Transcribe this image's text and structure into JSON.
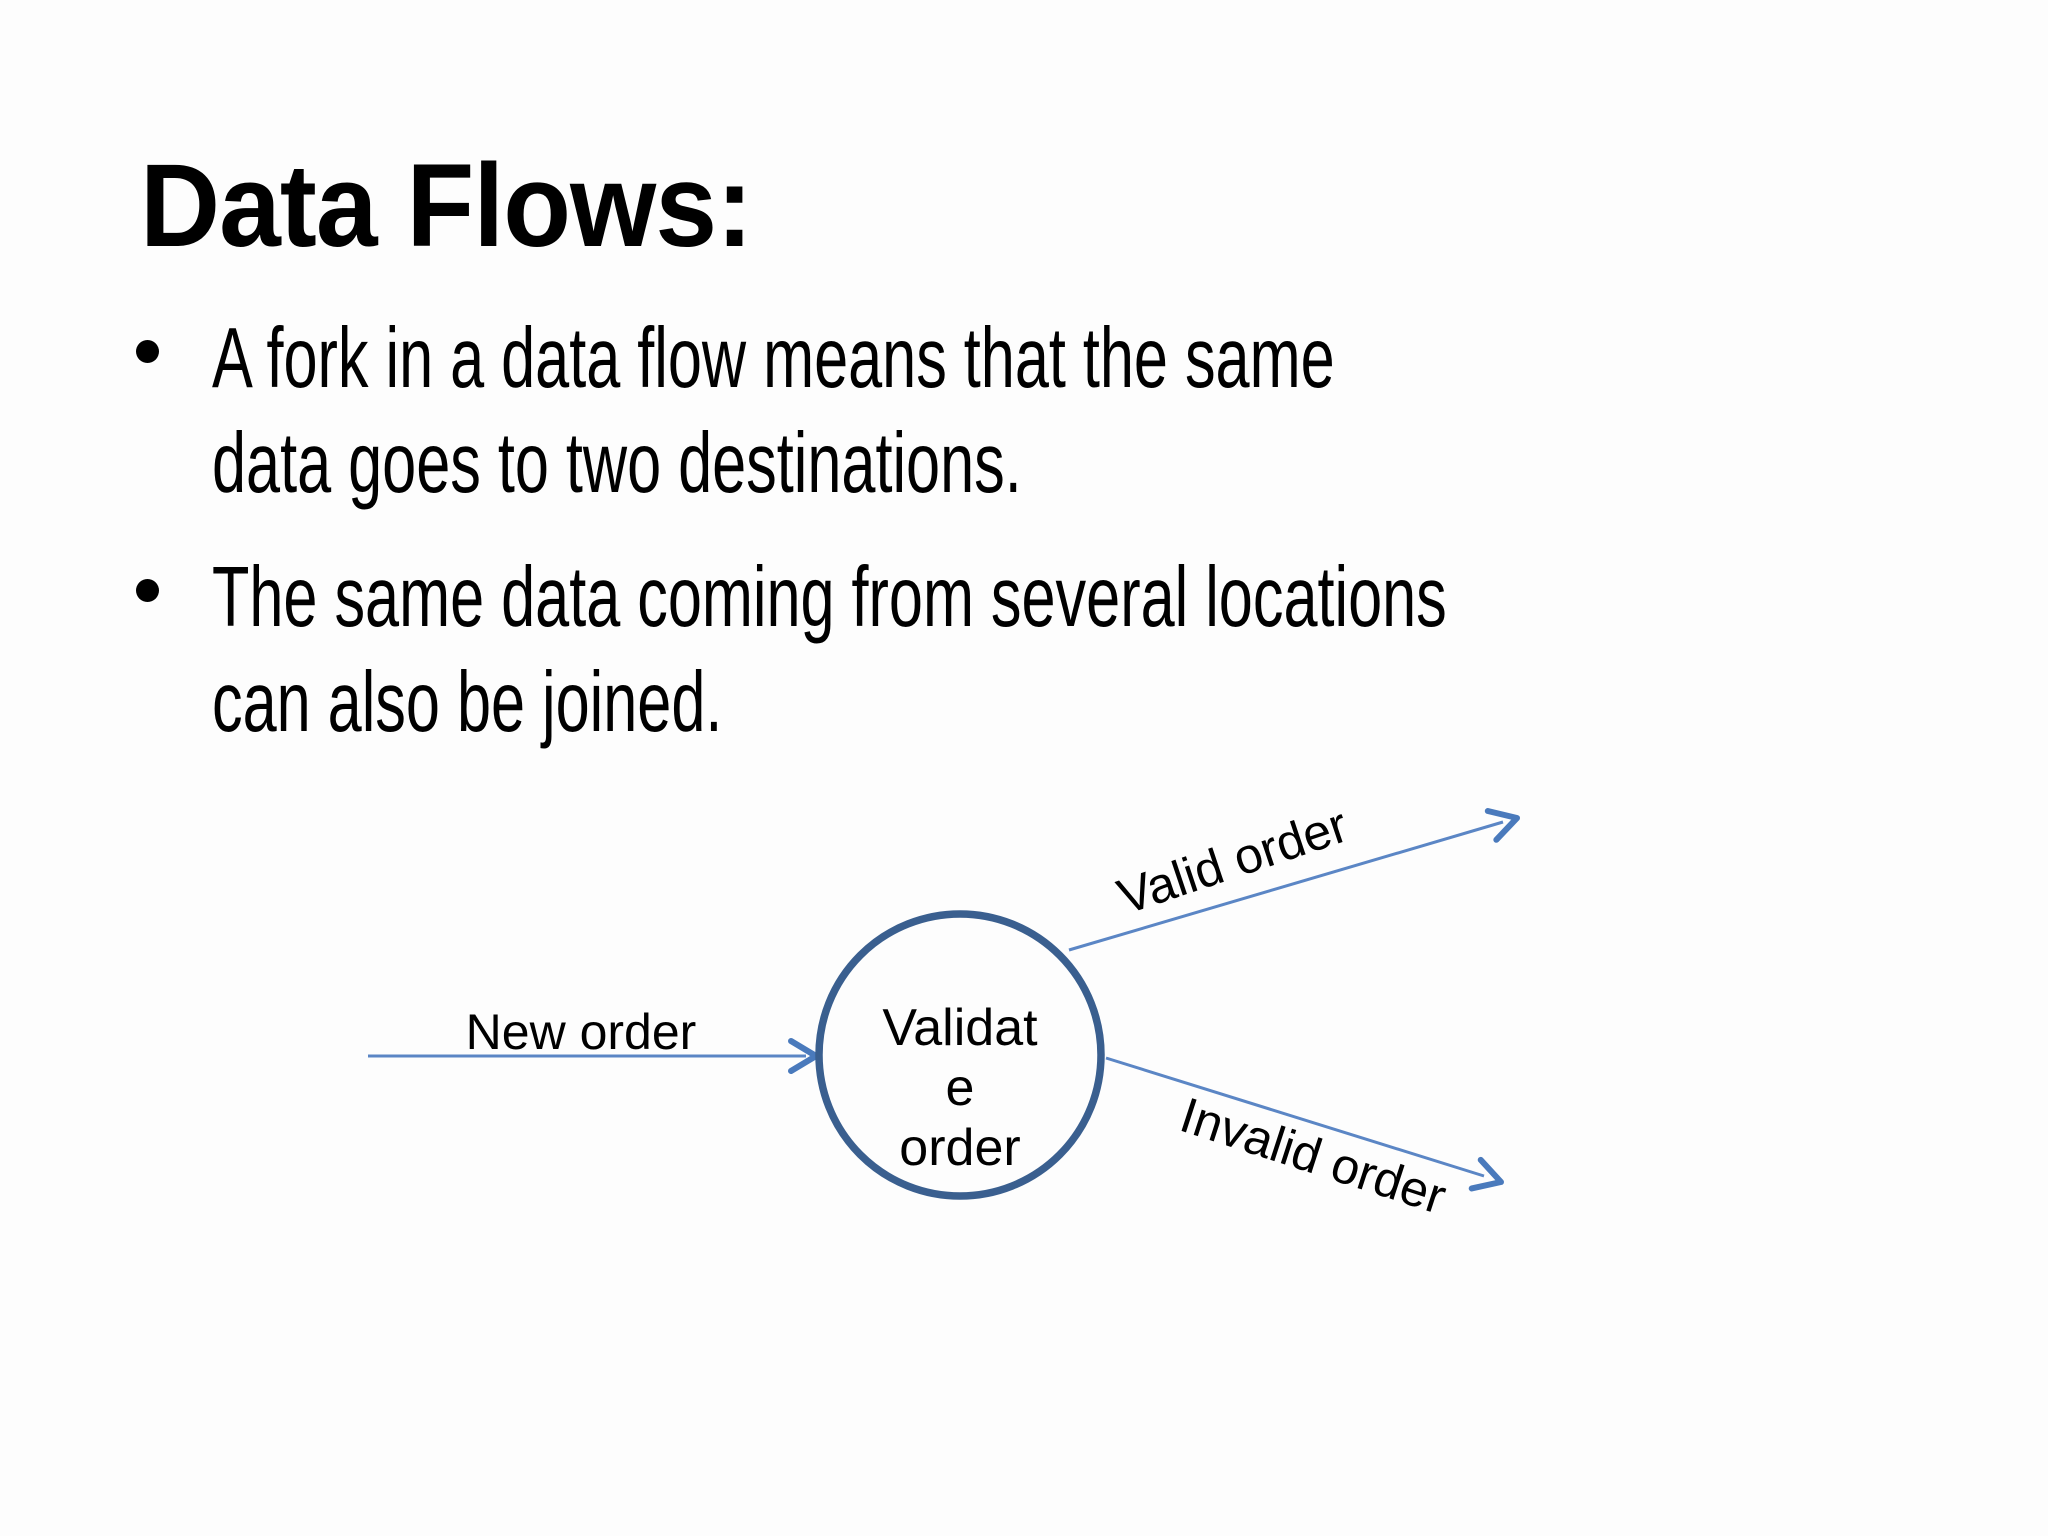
{
  "slide": {
    "title": "Data Flows:",
    "bullets": [
      {
        "lines": [
          "A fork in a data flow means that the same",
          "data goes to two destinations."
        ]
      },
      {
        "lines": [
          "The same data coming from several locations",
          "can also be joined."
        ]
      }
    ]
  },
  "diagram": {
    "process_label_lines": [
      "Validat",
      "e",
      "order"
    ],
    "input_flow_label": "New order",
    "valid_flow_label": "Valid order",
    "invalid_flow_label": "Invalid order",
    "colors": {
      "background": "#fdfdfd",
      "text": "#000000",
      "circle_stroke": "#3a5f8f",
      "circle_fill": "#fdfdfd",
      "arrow_line": "#5b86c5",
      "arrow_head": "#4a7abc"
    }
  }
}
